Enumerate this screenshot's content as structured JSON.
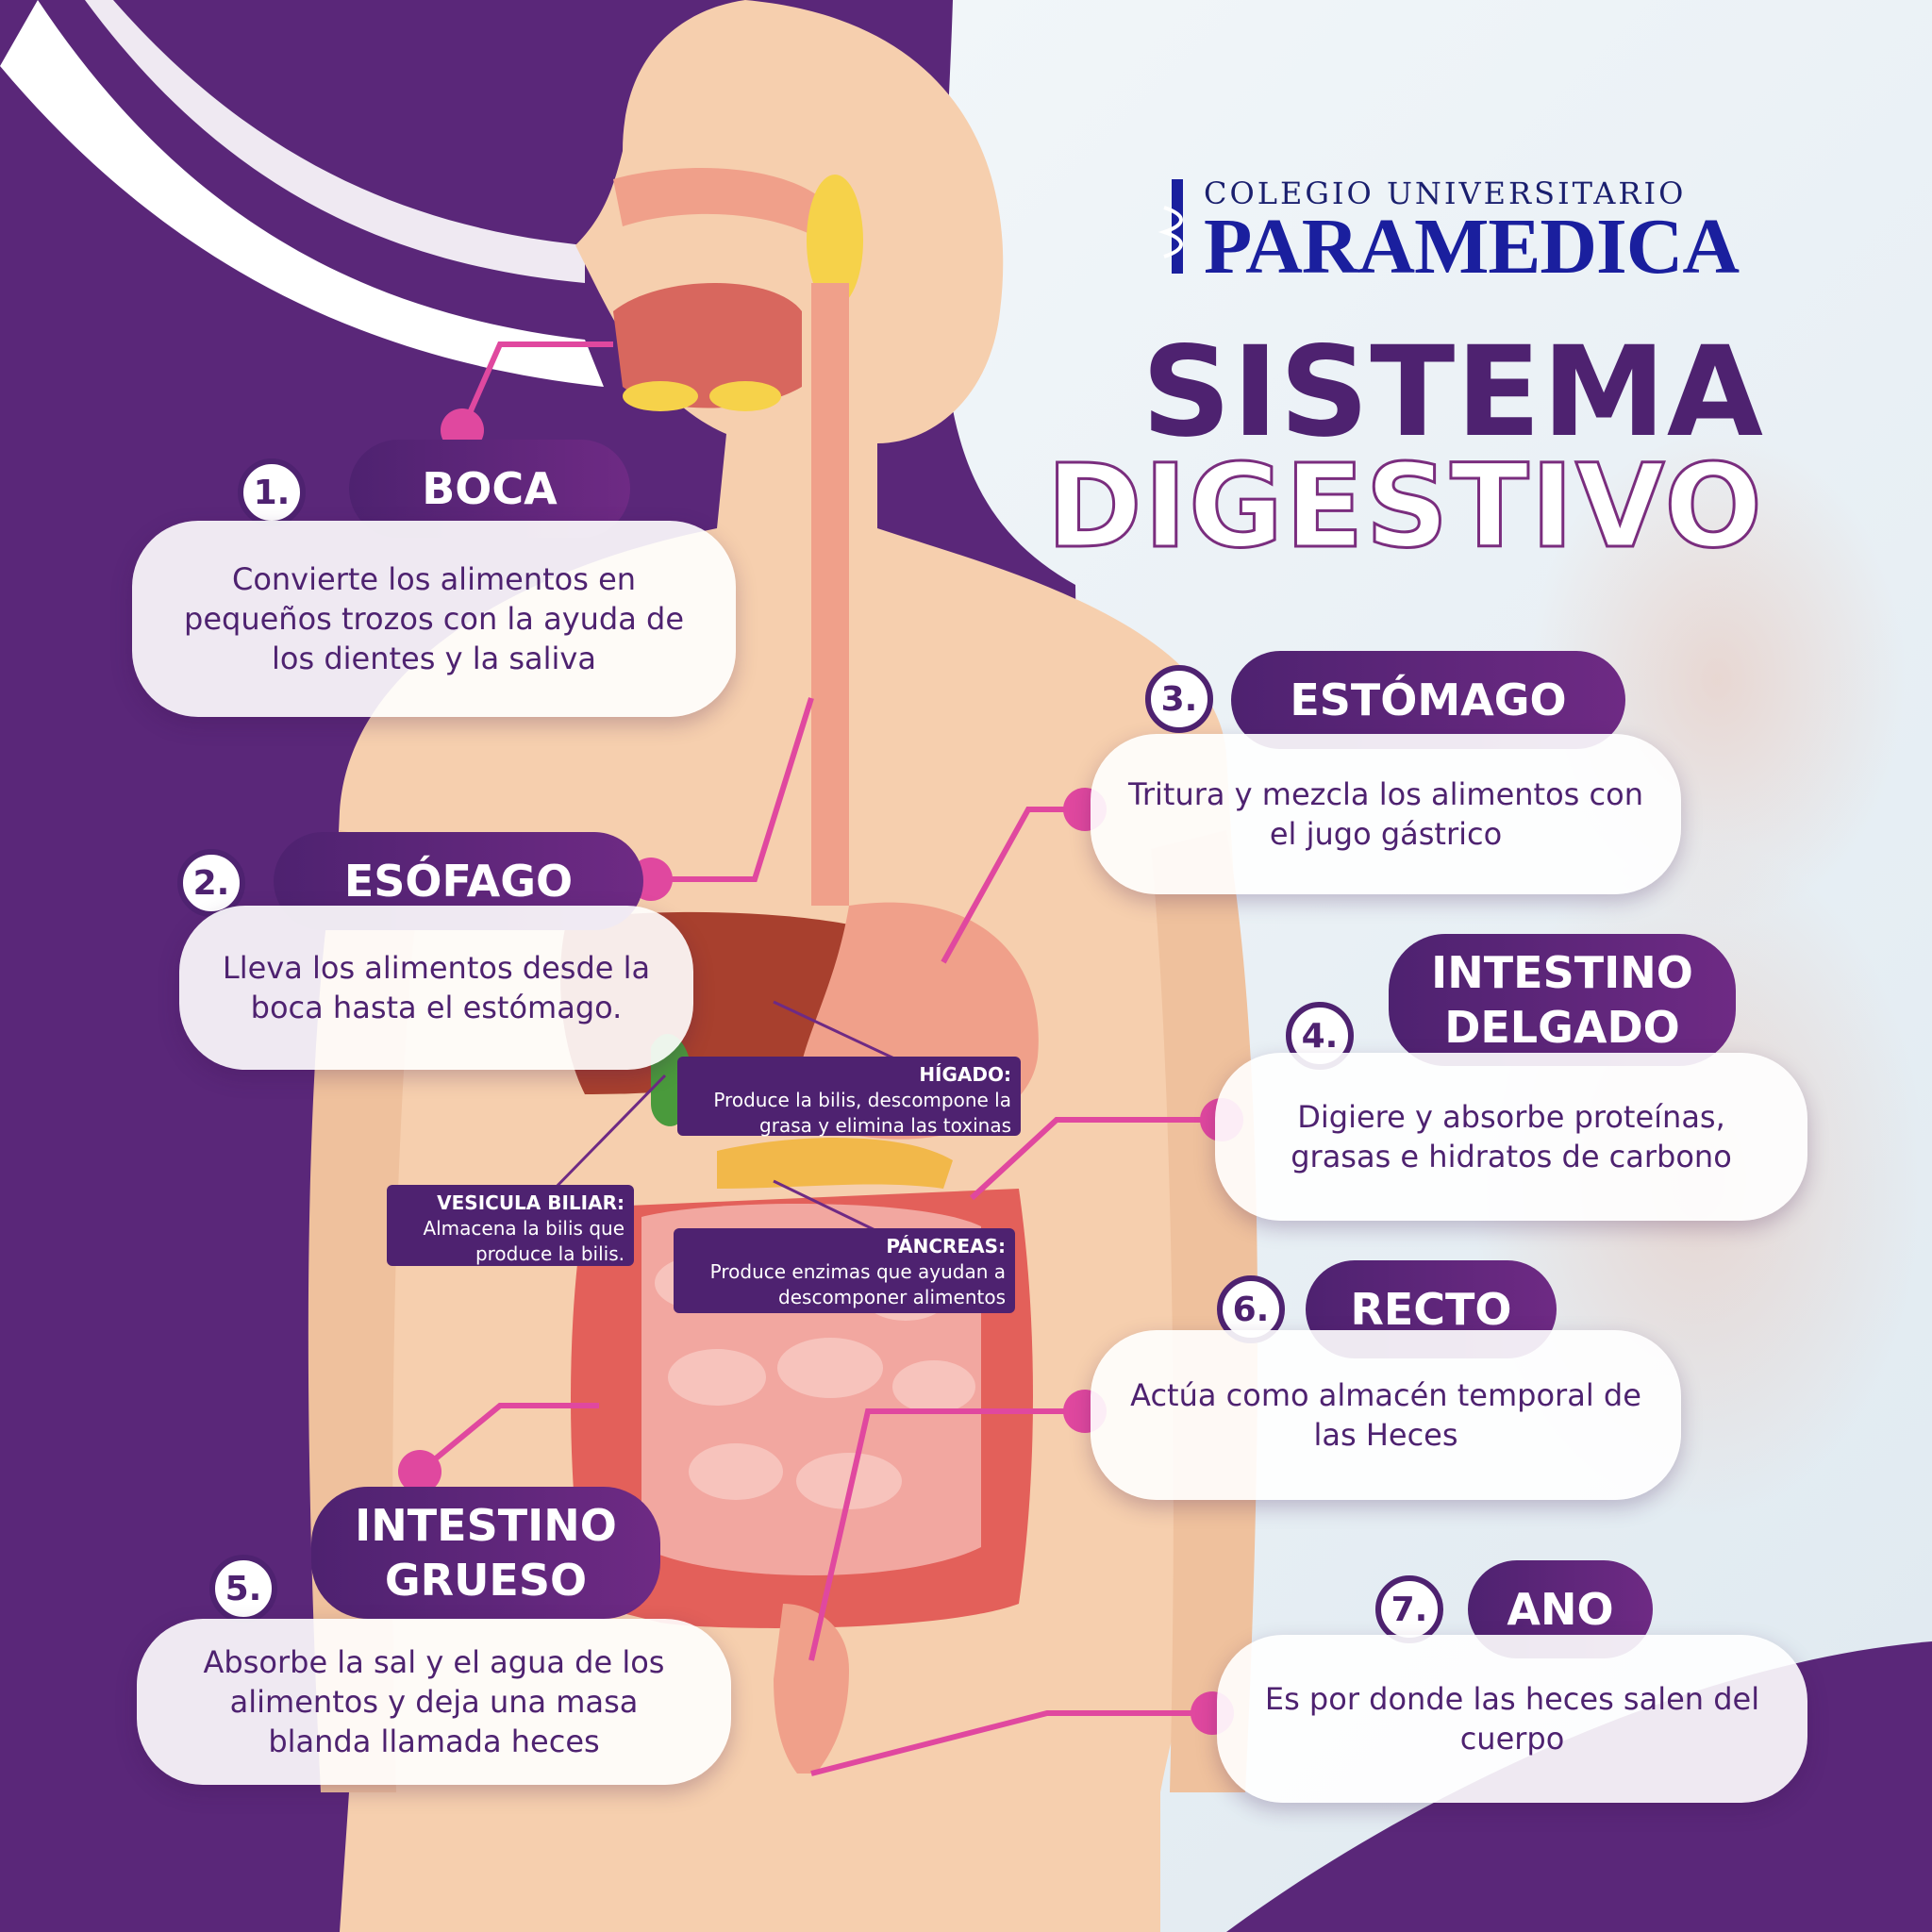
{
  "brand": {
    "line1": "COLEGIO UNIVERSITARIO",
    "line2": "PARAMEDICA",
    "mark_icon": "caduceus-icon"
  },
  "title": {
    "line1": "SISTEMA",
    "line2": "DIGESTIVO"
  },
  "colors": {
    "purple_dark": "#4e2270",
    "purple_mid": "#6e2a84",
    "pink_accent": "#e0489f",
    "skin": "#f6cfae",
    "logo_blue": "#1a1f9e"
  },
  "organs": [
    {
      "number": "1.",
      "name": "BOCA",
      "description": "Convierte los alimentos en pequeños trozos con la ayuda de los dientes y la saliva"
    },
    {
      "number": "2.",
      "name": "ESÓFAGO",
      "description": "Lleva los alimentos desde la boca hasta el estómago."
    },
    {
      "number": "3.",
      "name": "ESTÓMAGO",
      "description": "Tritura y mezcla los alimentos con el jugo gástrico"
    },
    {
      "number": "4.",
      "name": "INTESTINO DELGADO",
      "description": "Digiere y absorbe proteínas, grasas e hidratos de carbono"
    },
    {
      "number": "5.",
      "name": "INTESTINO GRUESO",
      "description": "Absorbe la sal y el agua de los alimentos y deja una masa blanda llamada heces"
    },
    {
      "number": "6.",
      "name": "RECTO",
      "description": "Actúa como almacén temporal de las Heces"
    },
    {
      "number": "7.",
      "name": "ANO",
      "description": "Es por donde las heces salen del cuerpo"
    }
  ],
  "annotations": {
    "higado": {
      "heading": "HÍGADO:",
      "text": "Produce la bilis, descompone la grasa y elimina las toxinas"
    },
    "vesicula": {
      "heading": "VESICULA BILIAR:",
      "text": "Almacena la bilis que produce la bilis."
    },
    "pancreas": {
      "heading": "PÁNCREAS:",
      "text": "Produce enzimas que ayudan a descomponer alimentos"
    }
  }
}
